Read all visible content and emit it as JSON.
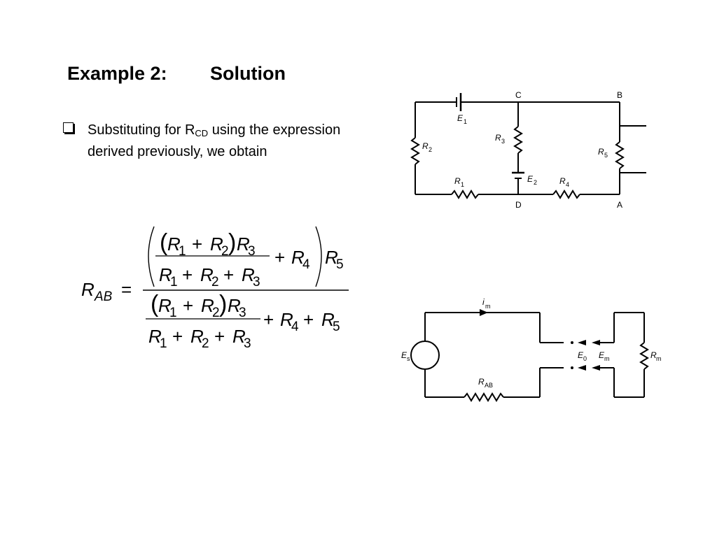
{
  "slide": {
    "title_example": "Example 2:",
    "title_solution": "Solution"
  },
  "bullet": {
    "text_before": "Substituting for R",
    "subscript": "CD",
    "text_after": " using the expression derived previously, we obtain"
  },
  "formula": {
    "lhs_var": "R",
    "lhs_sub": "AB",
    "equals": "=",
    "plus": "+",
    "r1": "R",
    "r1_sub": "1",
    "r2": "R",
    "r2_sub": "2",
    "r3": "R",
    "r3_sub": "3",
    "r4": "R",
    "r4_sub": "4",
    "r5": "R",
    "r5_sub": "5"
  },
  "circuit1": {
    "node_c": "C",
    "node_b": "B",
    "node_d": "D",
    "node_a": "A",
    "e1": "E",
    "e1_sub": "1",
    "e2": "E",
    "e2_sub": "2",
    "r1": "R",
    "r1_sub": "1",
    "r2": "R",
    "r2_sub": "2",
    "r3": "R",
    "r3_sub": "3",
    "r4": "R",
    "r4_sub": "4",
    "r5": "R",
    "r5_sub": "5"
  },
  "circuit2": {
    "im": "i",
    "im_sub": "m",
    "es": "E",
    "es_sub": "s",
    "rab": "R",
    "rab_sub": "AB",
    "e0": "E",
    "e0_sub": "0",
    "em": "E",
    "em_sub": "m",
    "rm": "R",
    "rm_sub": "m"
  }
}
